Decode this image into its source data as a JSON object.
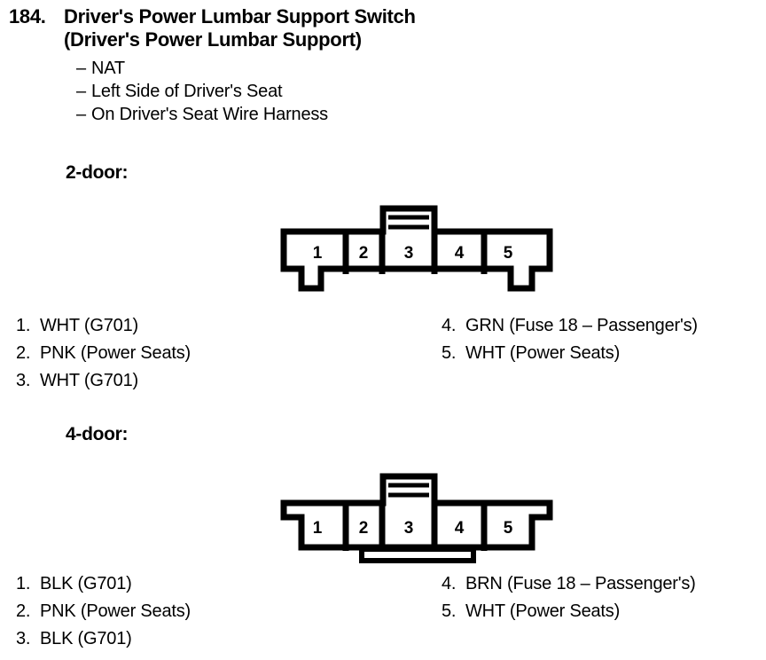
{
  "entry": {
    "number": "184.",
    "title_line_1": "Driver's Power Lumbar Support Switch",
    "title_line_2": "(Driver's Power Lumbar Support)",
    "dash": "–",
    "specs": [
      "NAT",
      "Left Side of Driver's Seat",
      "On Driver's Seat Wire Harness"
    ]
  },
  "variants": [
    {
      "label": "2-door:",
      "connector": {
        "style": "top-tab-corner-notches",
        "cavity_count": 5,
        "cavity_labels": [
          "1",
          "2",
          "3",
          "4",
          "5"
        ],
        "keyed_cavity": "3",
        "tab_position": "top",
        "notch_position": "bottom-corners"
      },
      "pins": {
        "left_column": [
          {
            "index": "1.",
            "text": "WHT (G701)"
          },
          {
            "index": "2.",
            "text": "PNK (Power Seats)"
          },
          {
            "index": "3.",
            "text": "WHT (G701)"
          }
        ],
        "right_column": [
          {
            "index": "4.",
            "text": "GRN (Fuse 18 – Passenger's)"
          },
          {
            "index": "5.",
            "text": "WHT (Power Seats)"
          }
        ]
      }
    },
    {
      "label": "4-door:",
      "connector": {
        "style": "top-tab-bottom-tab",
        "cavity_count": 5,
        "cavity_labels": [
          "1",
          "2",
          "3",
          "4",
          "5"
        ],
        "keyed_cavity": "3",
        "tab_position": "top-and-bottom",
        "notch_position": "upper-side-steps"
      },
      "pins": {
        "left_column": [
          {
            "index": "1.",
            "text": "BLK (G701)"
          },
          {
            "index": "2.",
            "text": "PNK (Power Seats)"
          },
          {
            "index": "3.",
            "text": "BLK (G701)"
          }
        ],
        "right_column": [
          {
            "index": "4.",
            "text": "BRN (Fuse 18 – Passenger's)"
          },
          {
            "index": "5.",
            "text": "WHT (Power Seats)"
          }
        ]
      }
    }
  ],
  "colors": {
    "ink": "#000000",
    "paper": "#ffffff"
  }
}
